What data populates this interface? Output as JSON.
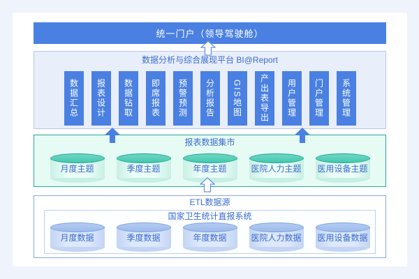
{
  "top_bar": {
    "title": "统一门户（领导驾驶舱）"
  },
  "bi_section": {
    "title": "数据分析与综合展现平台 BI@Report",
    "modules": [
      "数据汇总",
      "报表设计",
      "数据钻取",
      "即席报表",
      "预警预测",
      "分析报告",
      "GIS地图",
      "产出表导出",
      "用户管理",
      "门户管理",
      "系统管理"
    ]
  },
  "mart_section": {
    "title": "报表数据集市",
    "themes": [
      "月度主题",
      "季度主题",
      "年度主题",
      "医院人力主题",
      "医用设备主题"
    ]
  },
  "etl_section": {
    "title": "ETL数据源",
    "subsystem": {
      "title": "国家卫生统计直报系统",
      "datasets": [
        "月度数据",
        "季度数据",
        "年度数据",
        "医院人力数据",
        "医用设备数据"
      ]
    }
  },
  "icons": {
    "hollow_up_arrow": "up-arrow outline (white fill, blue stroke)",
    "solid_up_arrow": "up-arrow solid blue"
  },
  "colors": {
    "page_bg": "#eff3fb",
    "panel_bg": "#ffffff",
    "primary_blue": "#4a80e2",
    "blue_text": "#3a6cce",
    "bi_bg": "#e9eefb",
    "bi_border": "#b5c8ee",
    "mart_bg": "#e7fbf5",
    "mart_border": "#27a898",
    "green_cyl_top": "#4fccb7",
    "etl_border": "#86a7e2",
    "inner_border": "#bcd0f2",
    "blue_cyl_top": "#a9c4ef"
  }
}
